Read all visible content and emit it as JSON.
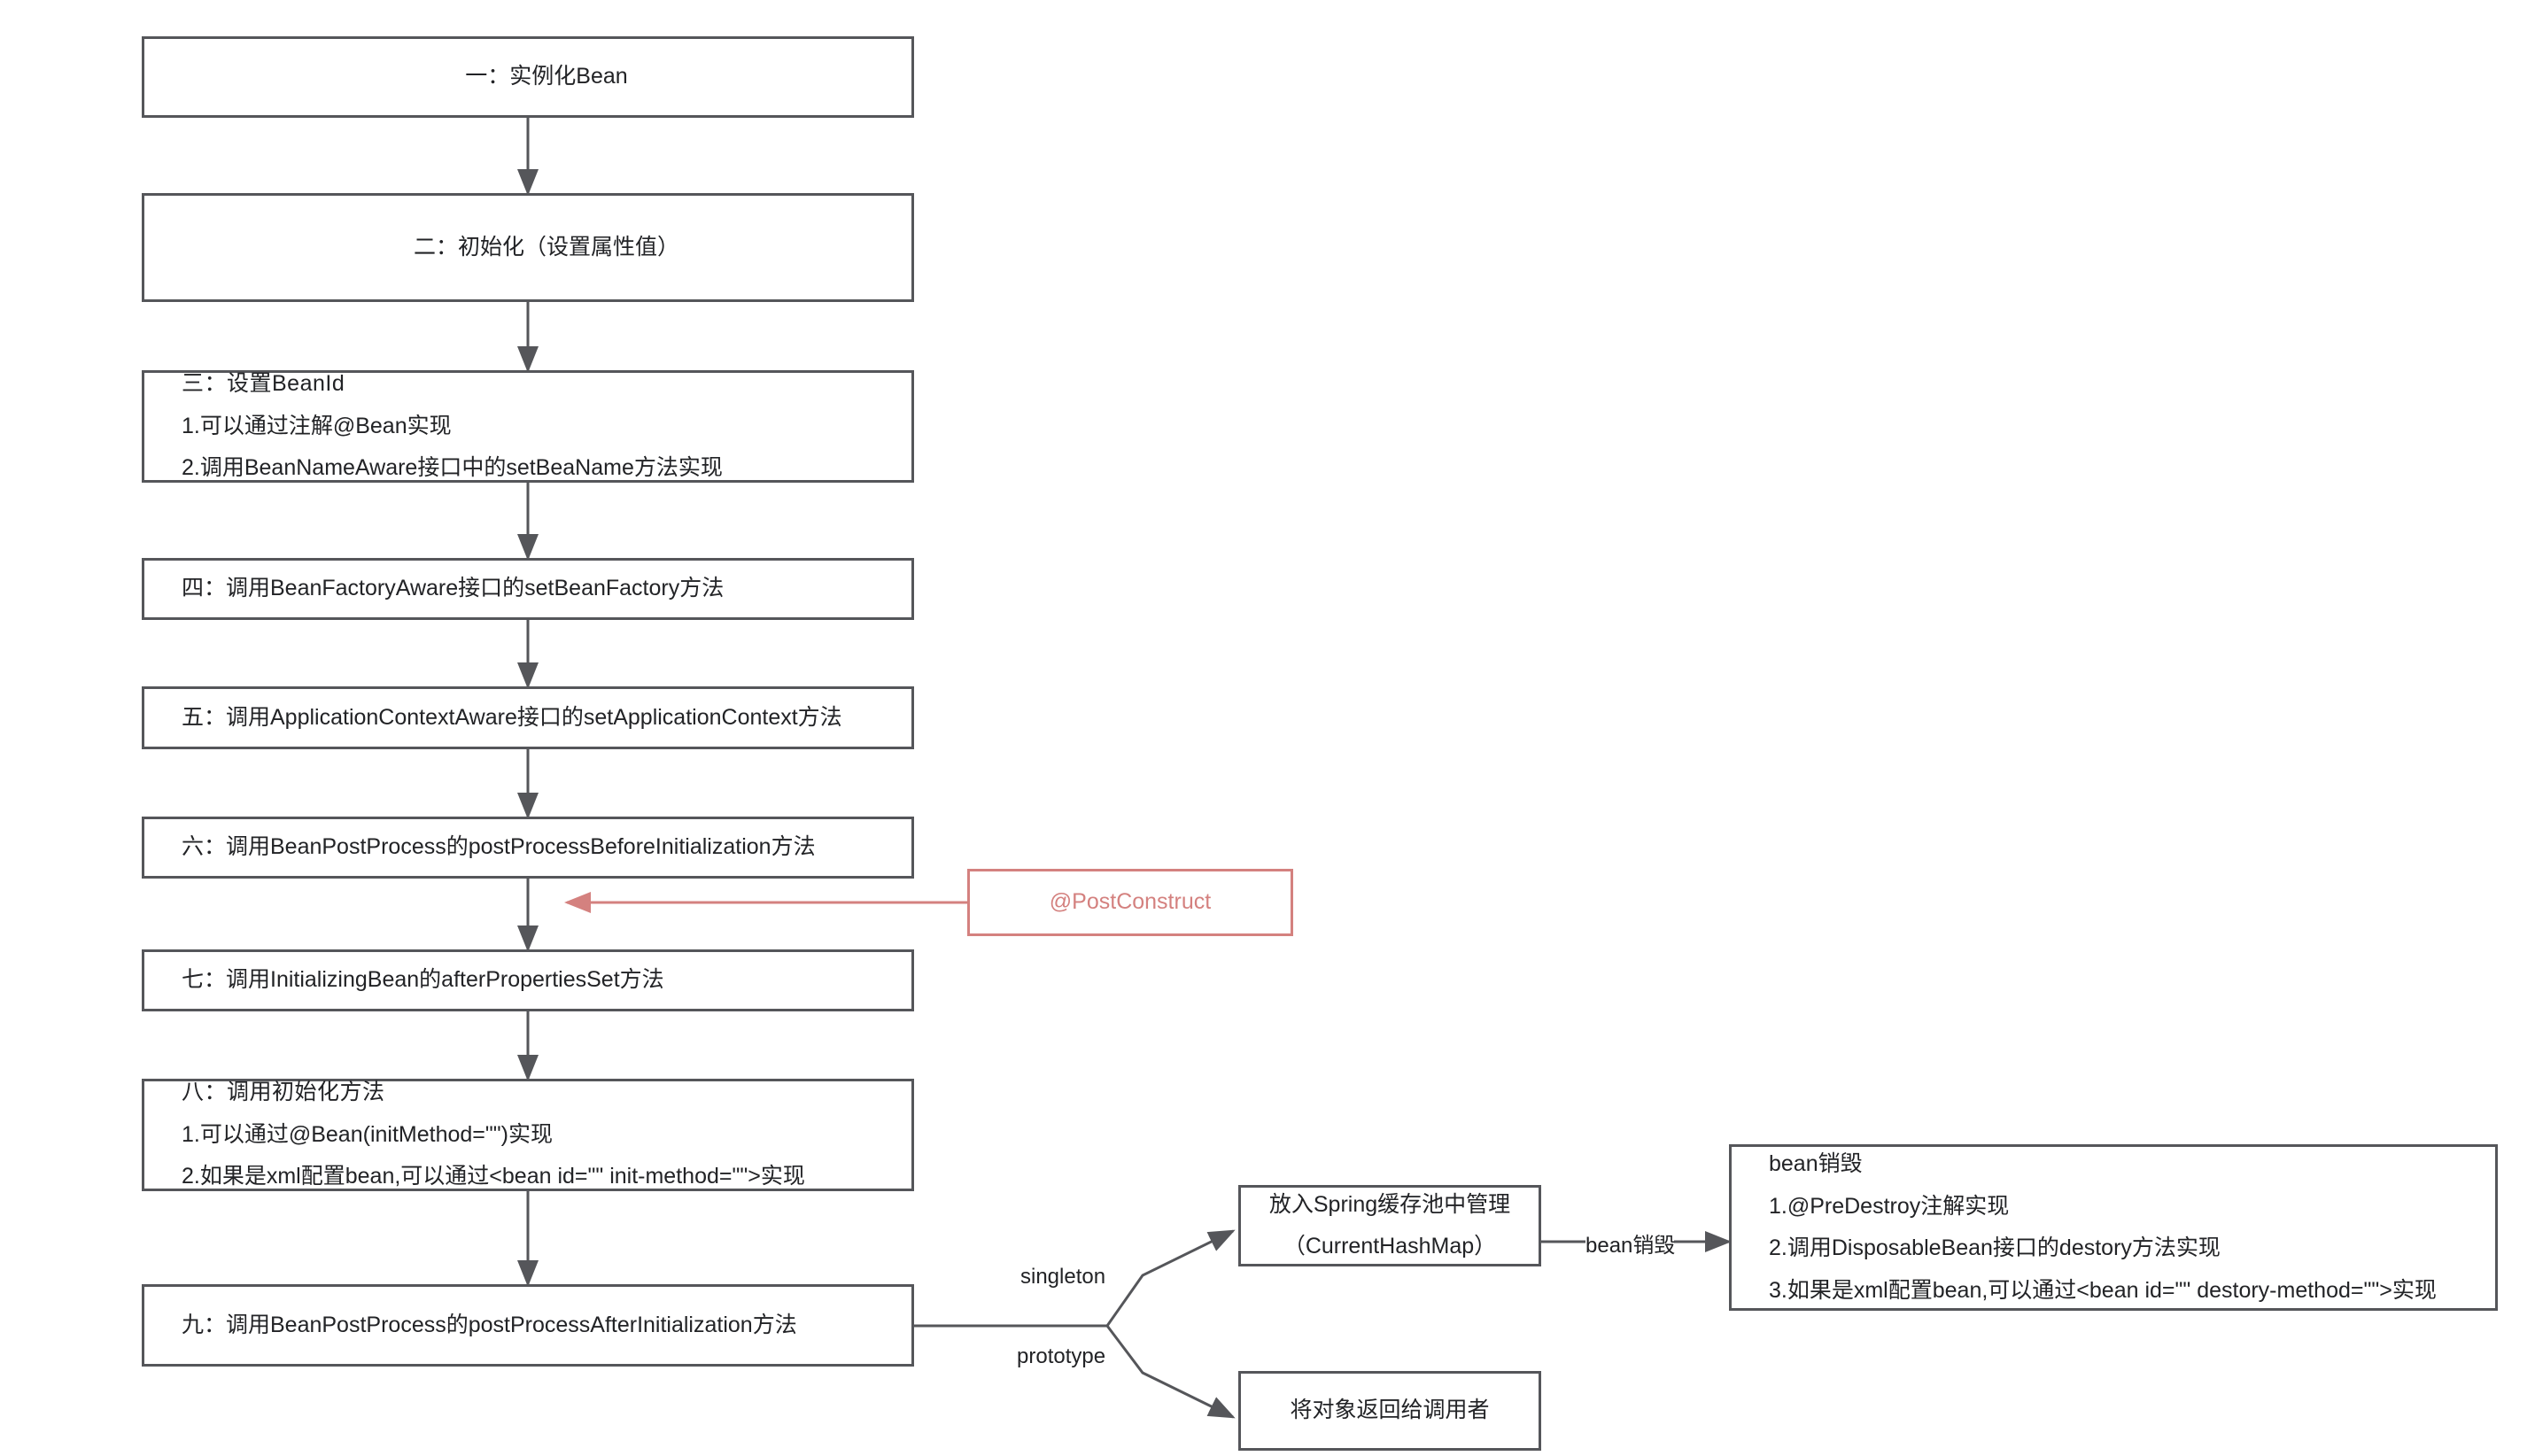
{
  "diagram": {
    "title": "Spring Bean Lifecycle Flowchart",
    "colors": {
      "box_border": "#55565a",
      "text": "#222326",
      "accent_annotation": "#d4817f",
      "background": "#ffffff"
    },
    "steps": [
      {
        "id": "step1",
        "lines": [
          "一：实例化Bean"
        ]
      },
      {
        "id": "step2",
        "lines": [
          "二：初始化（设置属性值）"
        ]
      },
      {
        "id": "step3",
        "lines": [
          "三：设置BeanId",
          "1.可以通过注解@Bean实现",
          "2.调用BeanNameAware接口中的setBeaName方法实现"
        ]
      },
      {
        "id": "step4",
        "lines": [
          "四：调用BeanFactoryAware接口的setBeanFactory方法"
        ]
      },
      {
        "id": "step5",
        "lines": [
          "五：调用ApplicationContextAware接口的setApplicationContext方法"
        ]
      },
      {
        "id": "step6",
        "lines": [
          "六：调用BeanPostProcess的postProcessBeforeInitialization方法"
        ]
      },
      {
        "id": "step7",
        "lines": [
          "七：调用InitializingBean的afterPropertiesSet方法"
        ]
      },
      {
        "id": "step8",
        "lines": [
          "八：调用初始化方法",
          "1.可以通过@Bean(initMethod=\"\")实现",
          "2.如果是xml配置bean,可以通过<bean id=\"\" init-method=\"\">实现"
        ]
      },
      {
        "id": "step9",
        "lines": [
          "九：调用BeanPostProcess的postProcessAfterInitialization方法"
        ]
      }
    ],
    "annotation": {
      "id": "post-construct",
      "label": "@PostConstruct"
    },
    "branches": {
      "singleton_label": "singleton",
      "prototype_label": "prototype",
      "destroy_edge_label": "bean销毁"
    },
    "singleton_box": {
      "id": "cache-pool",
      "lines": [
        "放入Spring缓存池中管理",
        "（CurrentHashMap）"
      ]
    },
    "prototype_box": {
      "id": "return-object",
      "lines": [
        "将对象返回给调用者"
      ]
    },
    "destroy_box": {
      "id": "bean-destroy",
      "lines": [
        "bean销毁",
        "1.@PreDestroy注解实现",
        "2.调用DisposableBean接口的destory方法实现",
        "3.如果是xml配置bean,可以通过<bean id=\"\" destory-method=\"\">实现"
      ]
    }
  }
}
